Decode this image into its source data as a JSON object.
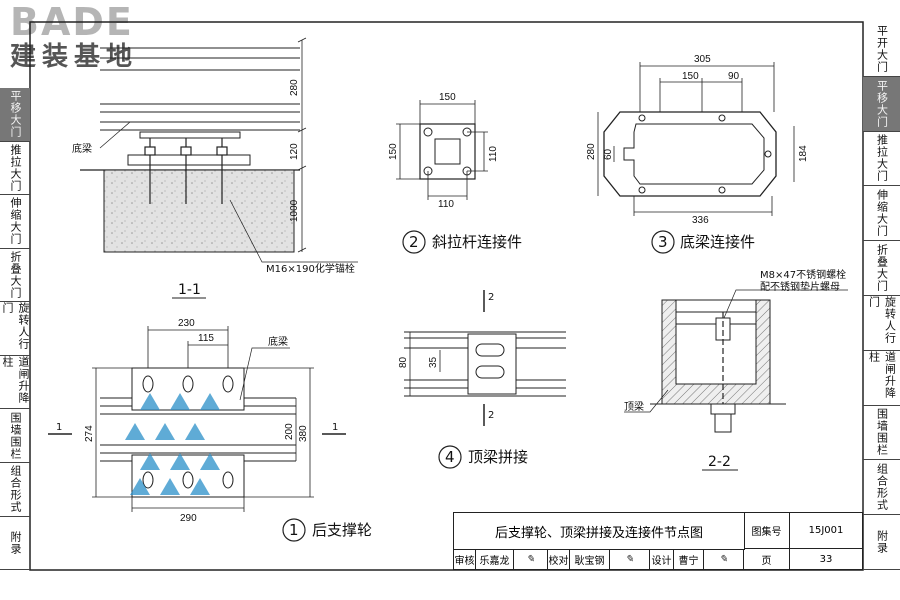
{
  "logo": {
    "line1": "BADE",
    "line2": "建装基地"
  },
  "right_tabs": [
    {
      "label": "平开大门",
      "active": false
    },
    {
      "label": "平移大门",
      "active": true
    },
    {
      "label": "推拉大门",
      "active": false
    },
    {
      "label": "伸缩大门",
      "active": false
    },
    {
      "label": "折叠大门",
      "active": false
    },
    {
      "label": "旋转人行门",
      "active": false
    },
    {
      "label": "道闸升降柱",
      "active": false
    },
    {
      "label": "围墙围栏",
      "active": false
    },
    {
      "label": "组合形式",
      "active": false
    },
    {
      "label": "附录",
      "active": false
    }
  ],
  "left_tabs": [
    {
      "label": "平移大门",
      "active": true
    },
    {
      "label": "推拉大门",
      "active": false
    },
    {
      "label": "伸缩大门",
      "active": false
    },
    {
      "label": "折叠大门",
      "active": false
    },
    {
      "label": "旋转人行门",
      "active": false
    },
    {
      "label": "道闸升降柱",
      "active": false
    },
    {
      "label": "围墙围栏",
      "active": false
    },
    {
      "label": "组合形式",
      "active": false
    },
    {
      "label": "附录",
      "active": false
    }
  ],
  "section_1_1": {
    "dims": {
      "top": "280",
      "mid": "120",
      "bot": "1000"
    },
    "label_beam": "底梁",
    "label_bolt": "M16×190化学锚栓",
    "caption": "1-1"
  },
  "detail_2": {
    "number": "2",
    "title": "斜拉杆连接件",
    "dims": {
      "top": "150",
      "left": "150",
      "right": "110",
      "bottom": "110"
    }
  },
  "detail_3": {
    "number": "3",
    "title": "底梁连接件",
    "dims": {
      "top_total": "305",
      "top_mid": "150",
      "top_small": "90",
      "left_total": "280",
      "left_inner": "60",
      "right": "184",
      "bottom": "336"
    }
  },
  "detail_1": {
    "number": "1",
    "title": "后支撑轮",
    "dims": {
      "top_total": "230",
      "top_small": "115",
      "left": "274",
      "right_inner": "200",
      "right_outer": "380",
      "bottom": "290"
    },
    "label_beam": "底梁",
    "section_mark": "1"
  },
  "detail_4": {
    "number": "4",
    "title": "顶梁拼接",
    "dims": {
      "left": "80",
      "inner": "35"
    },
    "section_mark": "2"
  },
  "section_2_2": {
    "label_bolt_line1": "M8×47不锈钢螺栓",
    "label_bolt_line2": "配不锈钢垫片螺母",
    "label_beam": "顶梁",
    "caption": "2-2"
  },
  "title_block": {
    "title": "后支撑轮、顶梁拼接及连接件节点图",
    "atlas_label": "图集号",
    "atlas_no": "15J001",
    "review_label": "审核",
    "review_name": "乐嘉龙",
    "check_label": "校对",
    "check_name": "耿宝钢",
    "design_label": "设计",
    "design_name": "曹宁",
    "page_label": "页",
    "page_no": "33"
  },
  "colors": {
    "line": "#222222",
    "concrete": "#dcdcdc",
    "watermark": "#2a8fc9",
    "active_tab": "#777777"
  }
}
